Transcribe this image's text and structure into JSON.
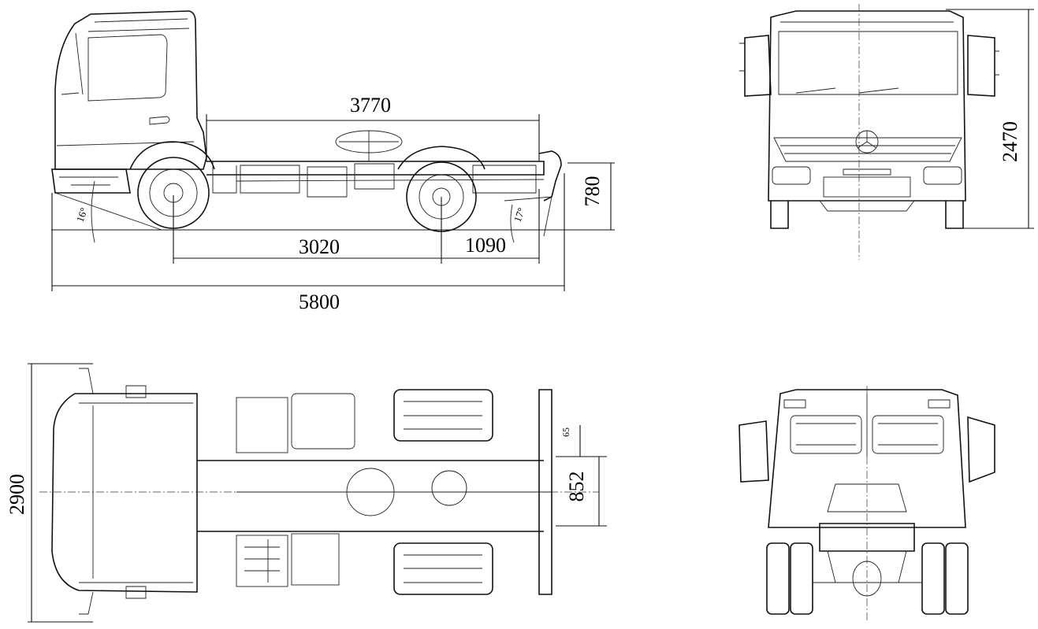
{
  "dimensions": {
    "cab_to_rear_frame": "3770",
    "frame_height": "780",
    "wheelbase": "3020",
    "rear_overhang": "1090",
    "overall_length": "5800",
    "overall_height": "2470",
    "overall_width": "2900",
    "rear_track": "852",
    "small_offset": "65",
    "approach_angle": "16°",
    "departure_angle": "17°"
  },
  "colors": {
    "line": "#111111",
    "background": "#ffffff"
  }
}
